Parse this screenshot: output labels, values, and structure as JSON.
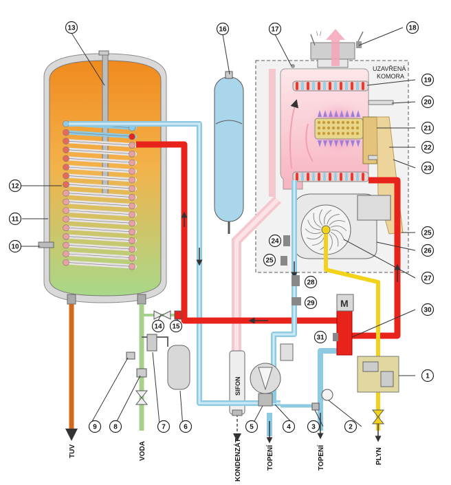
{
  "chamber_label": [
    "UZAVŘENÁ",
    "KOMORA"
  ],
  "bottom_labels": {
    "tuv": "TUV",
    "voda": "VODA",
    "kondenzat": "KONDENZÁT",
    "topeni_left": "TOPENÍ",
    "topeni_right": "TOPENÍ",
    "plyn": "PLYN"
  },
  "sifon_label": "SIFON",
  "motor_label": "M",
  "callouts": {
    "c1": "1",
    "c2": "2",
    "c3": "3",
    "c4": "4",
    "c5": "5",
    "c6": "6",
    "c7": "7",
    "c8": "8",
    "c9": "9",
    "c10": "10",
    "c11": "11",
    "c12": "12",
    "c13": "13",
    "c14": "14",
    "c15": "15",
    "c16": "16",
    "c17": "17",
    "c18": "18",
    "c19": "19",
    "c20": "20",
    "c21": "21",
    "c22": "22",
    "c23": "23",
    "c24": "24",
    "c25a": "25",
    "c25b": "25",
    "c26": "26",
    "c27": "27",
    "c28": "28",
    "c29": "29",
    "c30": "30",
    "c31": "31"
  },
  "colors": {
    "hot_pipe": "#e8231b",
    "cold_pipe": "#8ecbe3",
    "gas_pipe": "#f2d21a",
    "dhw_pipe": "#d2691e",
    "water_pipe": "#a8d08d",
    "tank_top": "#f08a1e",
    "tank_bottom": "#a8d88a",
    "chamber_tint": "#fbe3e8"
  }
}
